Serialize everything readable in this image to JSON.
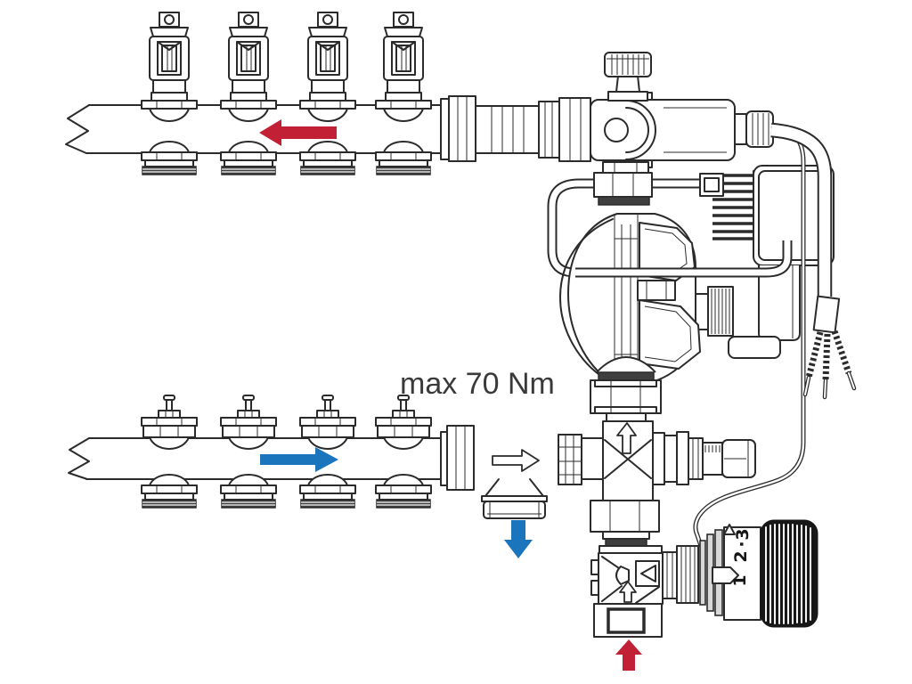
{
  "diagram": {
    "background": "#ffffff",
    "line_color": "#2b2b2b",
    "annotation": {
      "torque_label": "max 70 Nm"
    },
    "manifolds": {
      "return_manifold": {
        "loop_count": 4,
        "flow_direction": "left"
      },
      "supply_manifold": {
        "loop_count": 4,
        "flow_direction": "right"
      }
    },
    "flow_arrows": {
      "return_flow": {
        "direction": "left",
        "color": "#c22034"
      },
      "supply_flow": {
        "direction": "right",
        "color": "#1b75bc"
      },
      "branch_down": {
        "direction": "down",
        "color": "#1b75bc"
      },
      "inlet_up": {
        "direction": "up",
        "color": "#c22034"
      }
    },
    "thermostatic_head": {
      "scale": {
        "n1": "1",
        "n2": "2",
        "dot": "·",
        "n3": "3"
      }
    }
  }
}
